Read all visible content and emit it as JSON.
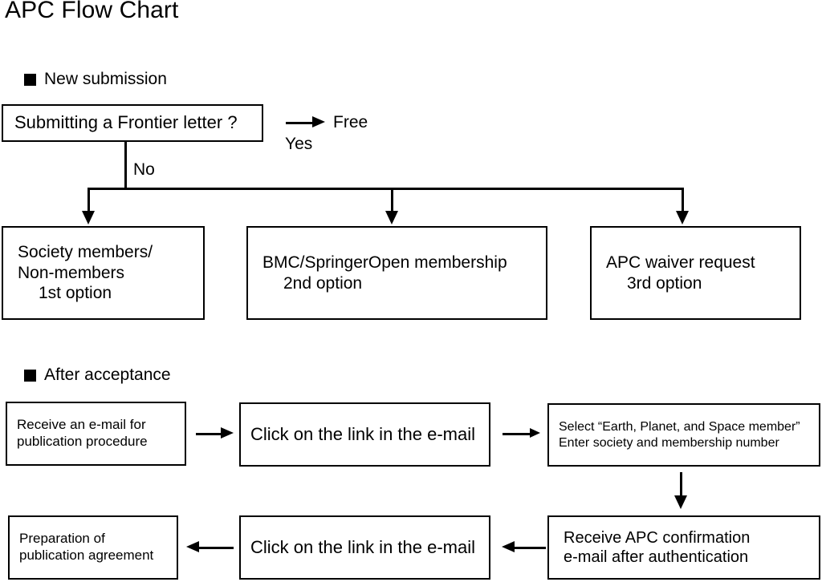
{
  "title": "APC Flow Chart",
  "sections": [
    {
      "id": "new-submission",
      "label": "New submission",
      "bullet": "filled-square-bullet"
    },
    {
      "id": "after-acceptance",
      "label": "After acceptance",
      "bullet": "filled-square-bullet"
    }
  ],
  "new_submission": {
    "decision": {
      "text": "Submitting a Frontier letter  ?"
    },
    "yes_branch": {
      "edge_label": "Yes",
      "result": "Free",
      "arrow": "arrow-right-icon"
    },
    "no_branch": {
      "edge_label": "No"
    },
    "options": [
      {
        "line1": "Society members/",
        "line2": "Non-members",
        "line3": "1st option"
      },
      {
        "line1": "BMC/SpringerOpen membership",
        "line2": "2nd option"
      },
      {
        "line1": "APC waiver request",
        "line2": "3rd option"
      }
    ]
  },
  "after_acceptance": {
    "steps": [
      {
        "line1": "Receive an e-mail for",
        "line2": "publication procedure"
      },
      {
        "line1": "Click on the link in the e-mail"
      },
      {
        "line1": "Select “Earth, Planet, and Space member”",
        "line2": "Enter society and membership number"
      },
      {
        "line1": "Receive APC confirmation",
        "line2": "e-mail after authentication"
      },
      {
        "line1": "Click on the link in the e-mail"
      },
      {
        "line1": "Preparation of",
        "line2": "publication agreement"
      }
    ],
    "arrows": [
      "arrow-right-icon",
      "arrow-right-icon",
      "arrow-down-icon",
      "arrow-left-icon",
      "arrow-left-icon"
    ]
  },
  "colors": {
    "stroke": "#000000",
    "background": "#ffffff",
    "text": "#000000"
  }
}
